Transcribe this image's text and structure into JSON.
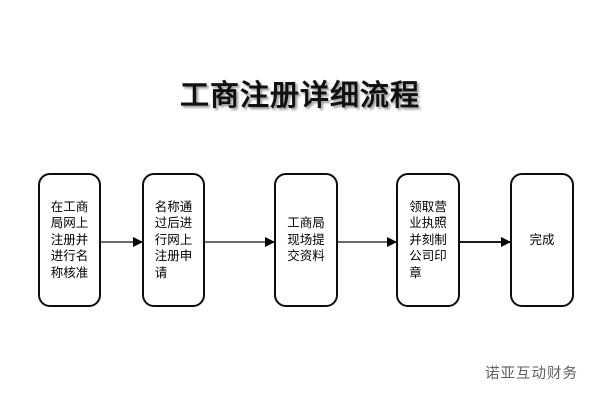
{
  "diagram": {
    "title": "工商注册详细流程",
    "watermark": "诺亚互动财务",
    "nodes": [
      {
        "id": "node-1",
        "text": "在工商\n局网上\n注册并\n进行名\n称核准",
        "full_text": "在工商局网上注册并进行名称核准"
      },
      {
        "id": "node-2",
        "text": "名称通\n过后进\n行网上\n注册申\n请",
        "full_text": "名称通过后进行网上注册申请"
      },
      {
        "id": "node-3",
        "text": "工商局\n现场提\n交资料",
        "full_text": "工商局现场提交资料"
      },
      {
        "id": "node-4",
        "text": "领取营\n业执照\n并刻制\n公司印\n章",
        "full_text": "领取营业执照并刻制公司印章"
      },
      {
        "id": "node-5",
        "text": "完成",
        "full_text": "完成"
      }
    ],
    "connectors": [
      {
        "from": "node-1",
        "to": "node-2"
      },
      {
        "from": "node-2",
        "to": "node-3"
      },
      {
        "from": "node-3",
        "to": "node-4"
      },
      {
        "from": "node-4",
        "to": "node-5"
      }
    ],
    "colors": {
      "background": "#ffffff",
      "node_border": "#0d0d0d",
      "node_fill": "#ffffff",
      "connector_line": "#6b6b6b",
      "arrow_head": "#000000",
      "title_text": "#111111",
      "watermark_text": "#5f5f5f"
    }
  }
}
